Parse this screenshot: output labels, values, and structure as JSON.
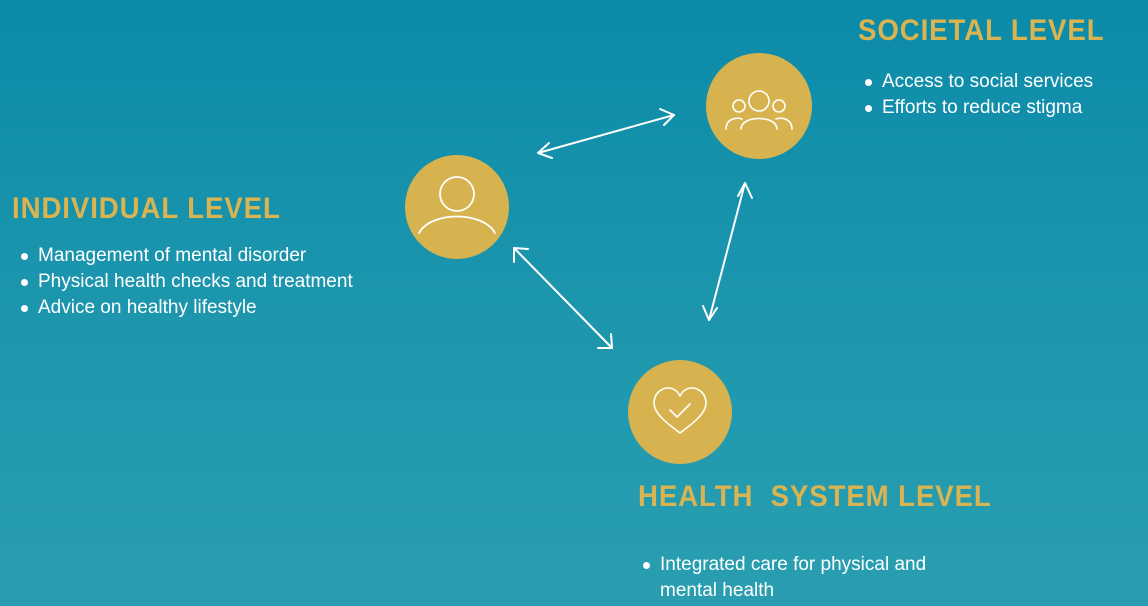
{
  "colors": {
    "accent": "#d9b451",
    "circle": "#d7b34f",
    "text": "#ffffff",
    "background": "#0b8aa8"
  },
  "societal": {
    "heading": "SOCIETAL LEVEL",
    "icon": "group-icon",
    "items": [
      "Access to social services",
      "Efforts to reduce stigma"
    ]
  },
  "individual": {
    "heading": "INDIVIDUAL LEVEL",
    "icon": "person-icon",
    "items": [
      "Management of mental disorder",
      "Physical health checks and treatment",
      "Advice on healthy lifestyle"
    ]
  },
  "health_system": {
    "heading": "HEALTH  SYSTEM LEVEL",
    "icon": "heart-check-icon",
    "items": [
      "Integrated care for physical and mental health"
    ]
  }
}
